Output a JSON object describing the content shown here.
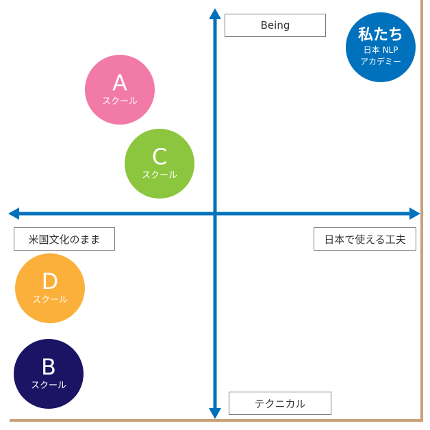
{
  "axes": {
    "top_label": "Being",
    "bottom_label": "テクニカル",
    "left_label": "米国文化のまま",
    "right_label": "日本で使える工夫"
  },
  "schools": [
    {
      "letter": "A",
      "sub": "スクール",
      "color": "#f27aa7"
    },
    {
      "letter": "C",
      "sub": "スクール",
      "color": "#8cc63f"
    },
    {
      "letter": "D",
      "sub": "スクール",
      "color": "#fbb03b"
    },
    {
      "letter": "B",
      "sub": "スクール",
      "color": "#1b1464"
    }
  ],
  "us": {
    "title": "私たち",
    "line1": "日本 NLP",
    "line2": "アカデミー",
    "color": "#0071bc"
  },
  "colors": {
    "axis": "#0071bc",
    "frame": "#c9a27a"
  }
}
